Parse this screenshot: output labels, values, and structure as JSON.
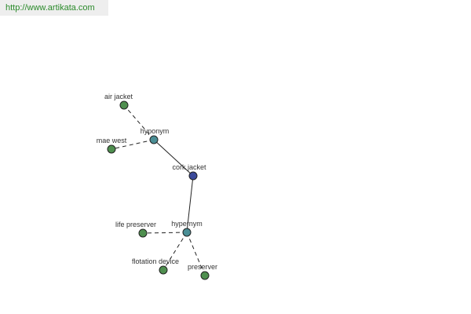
{
  "header": {
    "url": "http://www.artikata.com"
  },
  "colors": {
    "leaf": "#4f8f4f",
    "hub": "#4a8e95",
    "center": "#3b4a9a",
    "stroke": "#222222",
    "url_text": "#2a8a2a"
  },
  "graph": {
    "nodes": [
      {
        "id": "cork_jacket",
        "label": "cork jacket",
        "kind": "center"
      },
      {
        "id": "hyponym",
        "label": "hyponym",
        "kind": "hub"
      },
      {
        "id": "hypernym",
        "label": "hypernym",
        "kind": "hub"
      },
      {
        "id": "air_jacket",
        "label": "air jacket",
        "kind": "leaf"
      },
      {
        "id": "mae_west",
        "label": "mae west",
        "kind": "leaf"
      },
      {
        "id": "life_preserver",
        "label": "life preserver",
        "kind": "leaf"
      },
      {
        "id": "flotation_device",
        "label": "flotation device",
        "kind": "leaf"
      },
      {
        "id": "preserver",
        "label": "preserver",
        "kind": "leaf"
      }
    ],
    "edges": [
      {
        "from": "cork_jacket",
        "to": "hyponym",
        "style": "solid"
      },
      {
        "from": "cork_jacket",
        "to": "hypernym",
        "style": "solid"
      },
      {
        "from": "hyponym",
        "to": "air_jacket",
        "style": "dashed"
      },
      {
        "from": "hyponym",
        "to": "mae_west",
        "style": "dashed"
      },
      {
        "from": "hypernym",
        "to": "life_preserver",
        "style": "dashed"
      },
      {
        "from": "hypernym",
        "to": "flotation_device",
        "style": "dashed"
      },
      {
        "from": "hypernym",
        "to": "preserver",
        "style": "dashed"
      }
    ]
  }
}
